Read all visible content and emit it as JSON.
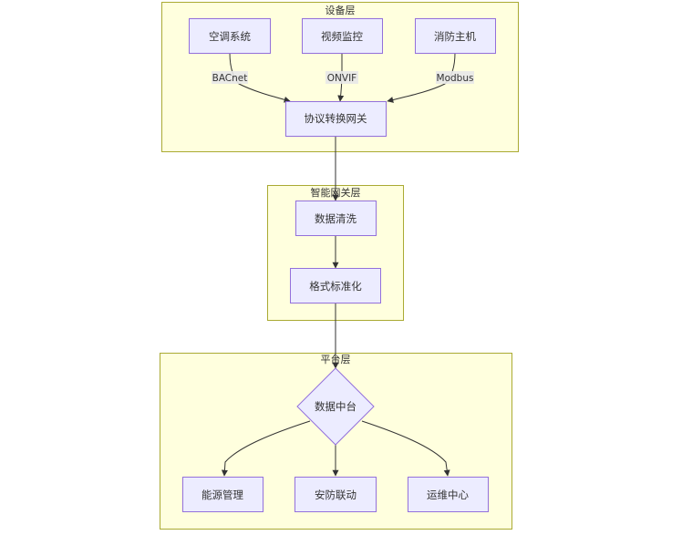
{
  "clusters": {
    "device": {
      "title": "设备层"
    },
    "gateway": {
      "title": "智能网关层"
    },
    "platform": {
      "title": "平台层"
    }
  },
  "nodes": {
    "ac": "空调系统",
    "video": "视频监控",
    "fire": "消防主机",
    "protocol": "协议转换网关",
    "clean": "数据清洗",
    "standard": "格式标准化",
    "datahub": "数据中台",
    "energy": "能源管理",
    "security": "安防联动",
    "ops": "运维中心"
  },
  "edges": {
    "ac_protocol": "BACnet",
    "video_protocol": "ONVIF",
    "fire_protocol": "Modbus"
  },
  "colors": {
    "cluster_fill": "#ffffde",
    "cluster_stroke": "#aaaa33",
    "node_fill": "#ececff",
    "node_stroke": "#9370db",
    "edge": "#333333",
    "edge_label_bg": "#e8e8e8"
  }
}
